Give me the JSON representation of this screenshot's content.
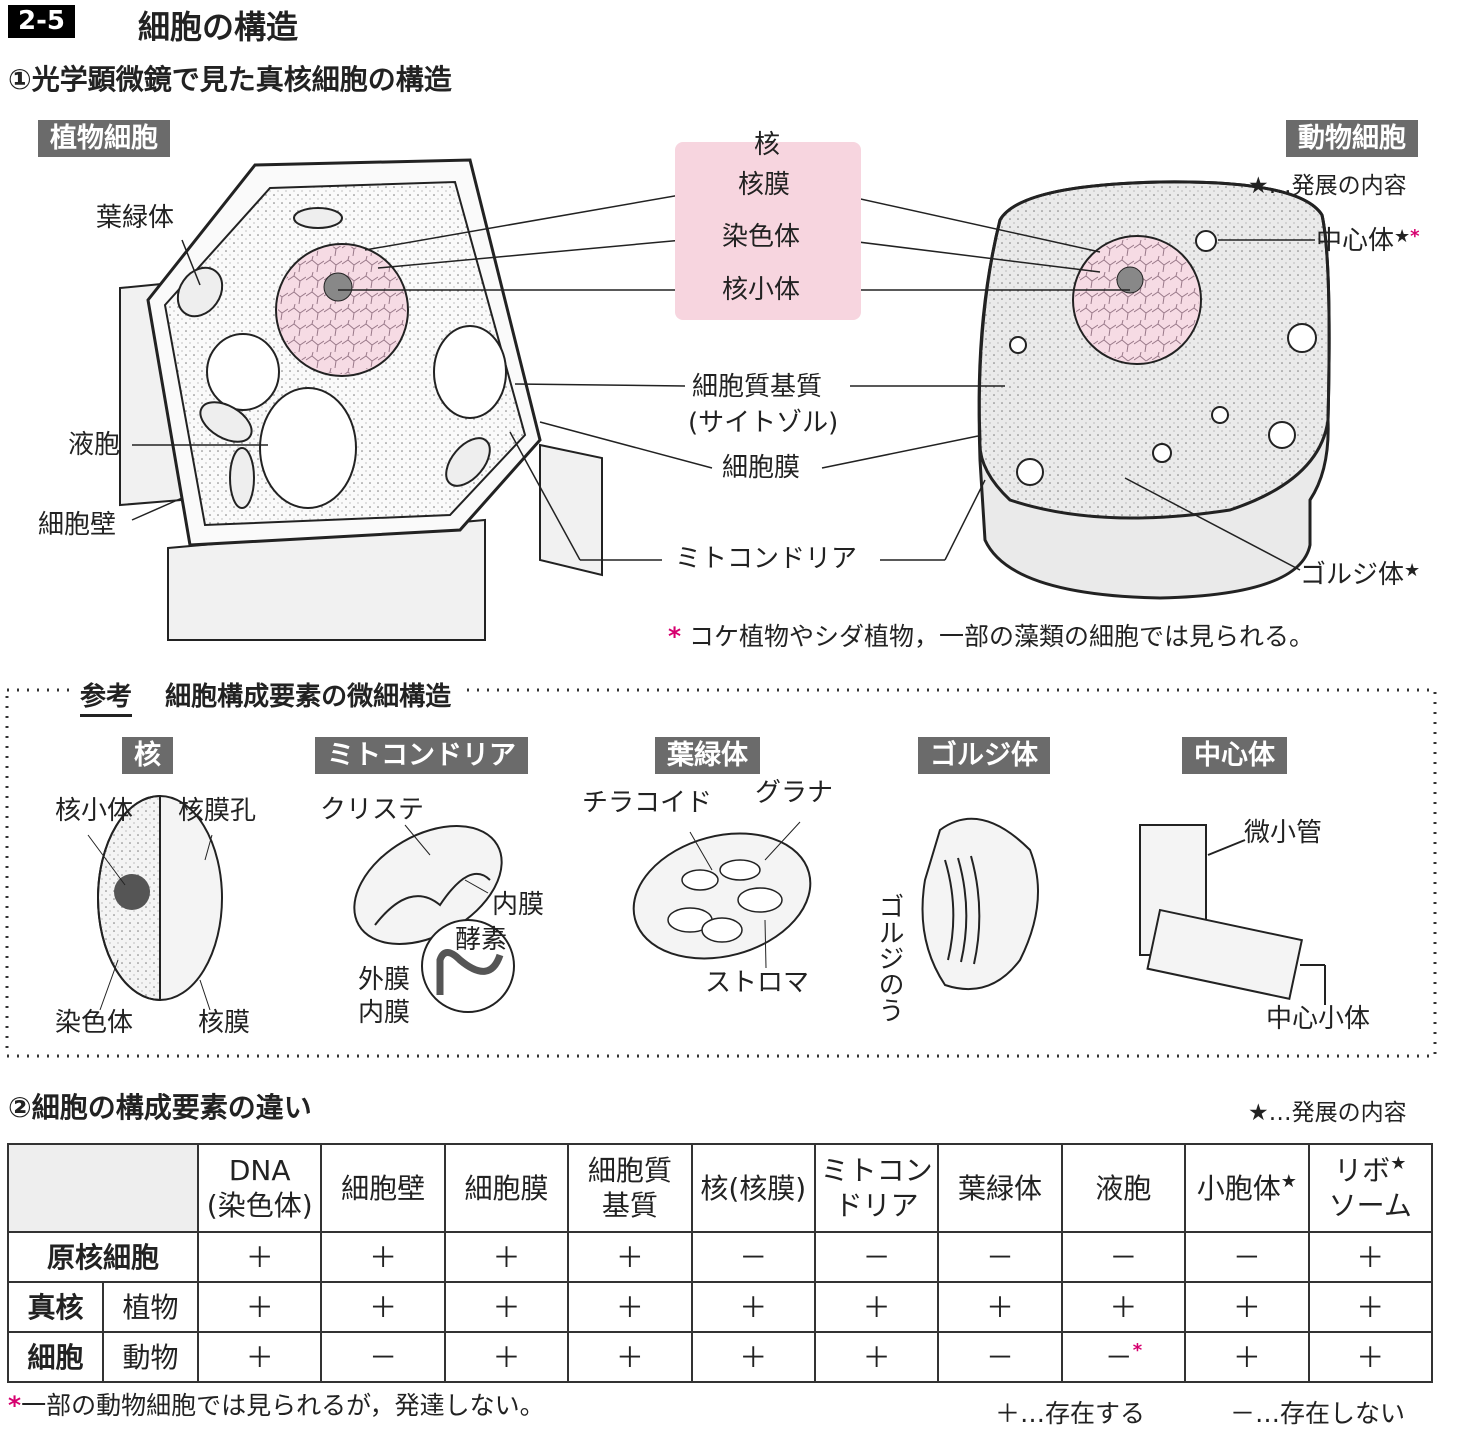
{
  "header": {
    "section_number": "2-5",
    "title": "細胞の構造"
  },
  "part1": {
    "title": "①光学顕微鏡で見た真核細胞の構造",
    "plant_tag": "植物細胞",
    "animal_tag": "動物細胞",
    "star_note": "★…発展の内容",
    "plant_labels": {
      "chloroplast": "葉緑体",
      "vacuole": "液胞",
      "cell_wall": "細胞壁"
    },
    "center_labels": {
      "nucleus": "核",
      "nuclear_membrane": "核膜",
      "chromosome": "染色体",
      "nucleolus": "核小体",
      "cytoplasmic_matrix": "細胞質基質",
      "cytosol": "(サイトゾル)",
      "cell_membrane": "細胞膜",
      "mitochondria": "ミトコンドリア"
    },
    "animal_labels": {
      "centrosome": "中心体",
      "centrosome_mark": "★",
      "centrosome_ast": "*",
      "golgi": "ゴルジ体",
      "golgi_mark": "★"
    },
    "footnote_mark": "*",
    "footnote": "コケ植物やシダ植物，一部の藻類の細胞では見られる。"
  },
  "reference": {
    "tag": "参考",
    "title": "細胞構成要素の微細構造",
    "items": [
      {
        "tag": "核",
        "labels": [
          "核小体",
          "核膜孔",
          "染色体",
          "核膜"
        ]
      },
      {
        "tag": "ミトコンドリア",
        "labels": [
          "クリステ",
          "内膜",
          "酵素",
          "外膜",
          "内膜"
        ]
      },
      {
        "tag": "葉緑体",
        "labels": [
          "チラコイド",
          "グラナ",
          "ストロマ"
        ]
      },
      {
        "tag": "ゴルジ体",
        "labels": [
          "ゴルジのう"
        ]
      },
      {
        "tag": "中心体",
        "labels": [
          "微小管",
          "中心小体"
        ]
      }
    ]
  },
  "part2": {
    "title": "②細胞の構成要素の違い",
    "star_note": "★…発展の内容",
    "columns": [
      {
        "line1": "DNA",
        "line2": "(染色体)",
        "star": ""
      },
      {
        "line1": "細胞壁",
        "line2": "",
        "star": ""
      },
      {
        "line1": "細胞膜",
        "line2": "",
        "star": ""
      },
      {
        "line1": "細胞質",
        "line2": "基質",
        "star": ""
      },
      {
        "line1": "核(核膜)",
        "line2": "",
        "star": ""
      },
      {
        "line1": "ミトコン",
        "line2": "ドリア",
        "star": ""
      },
      {
        "line1": "葉緑体",
        "line2": "",
        "star": ""
      },
      {
        "line1": "液胞",
        "line2": "",
        "star": ""
      },
      {
        "line1": "小胞体",
        "line2": "",
        "star": "★"
      },
      {
        "line1": "リボ",
        "line2": "ソーム",
        "star": "★"
      }
    ],
    "rows": [
      {
        "group": "原核細胞",
        "sub": "",
        "cells": [
          "＋",
          "＋",
          "＋",
          "＋",
          "－",
          "－",
          "－",
          "－",
          "－",
          "＋"
        ]
      },
      {
        "group": "真核",
        "sub": "植物",
        "cells": [
          "＋",
          "＋",
          "＋",
          "＋",
          "＋",
          "＋",
          "＋",
          "＋",
          "＋",
          "＋"
        ]
      },
      {
        "group": "細胞",
        "sub": "動物",
        "cells": [
          "＋",
          "－",
          "＋",
          "＋",
          "＋",
          "＋",
          "－",
          "－",
          "＋",
          "＋"
        ]
      }
    ],
    "vacuole_animal_mark": "*",
    "footnote_mark": "*",
    "footnote": "一部の動物細胞では見られるが，発達しない。",
    "legend_plus": "＋…存在する",
    "legend_minus": "－…存在しない"
  },
  "colors": {
    "pink": "#f7d5df",
    "tag_gray": "#6b6b6b",
    "accent": "#d6006f"
  }
}
